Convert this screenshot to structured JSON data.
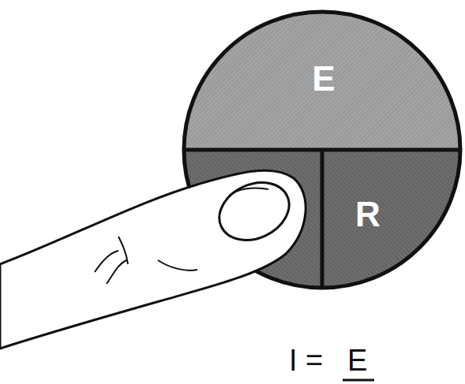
{
  "diagram": {
    "nodes": [
      {
        "text": [
          "E"
        ]
      },
      {
        "text": [
          "R"
        ]
      }
    ],
    "labels": [
      "I =",
      "E"
    ]
  }
}
